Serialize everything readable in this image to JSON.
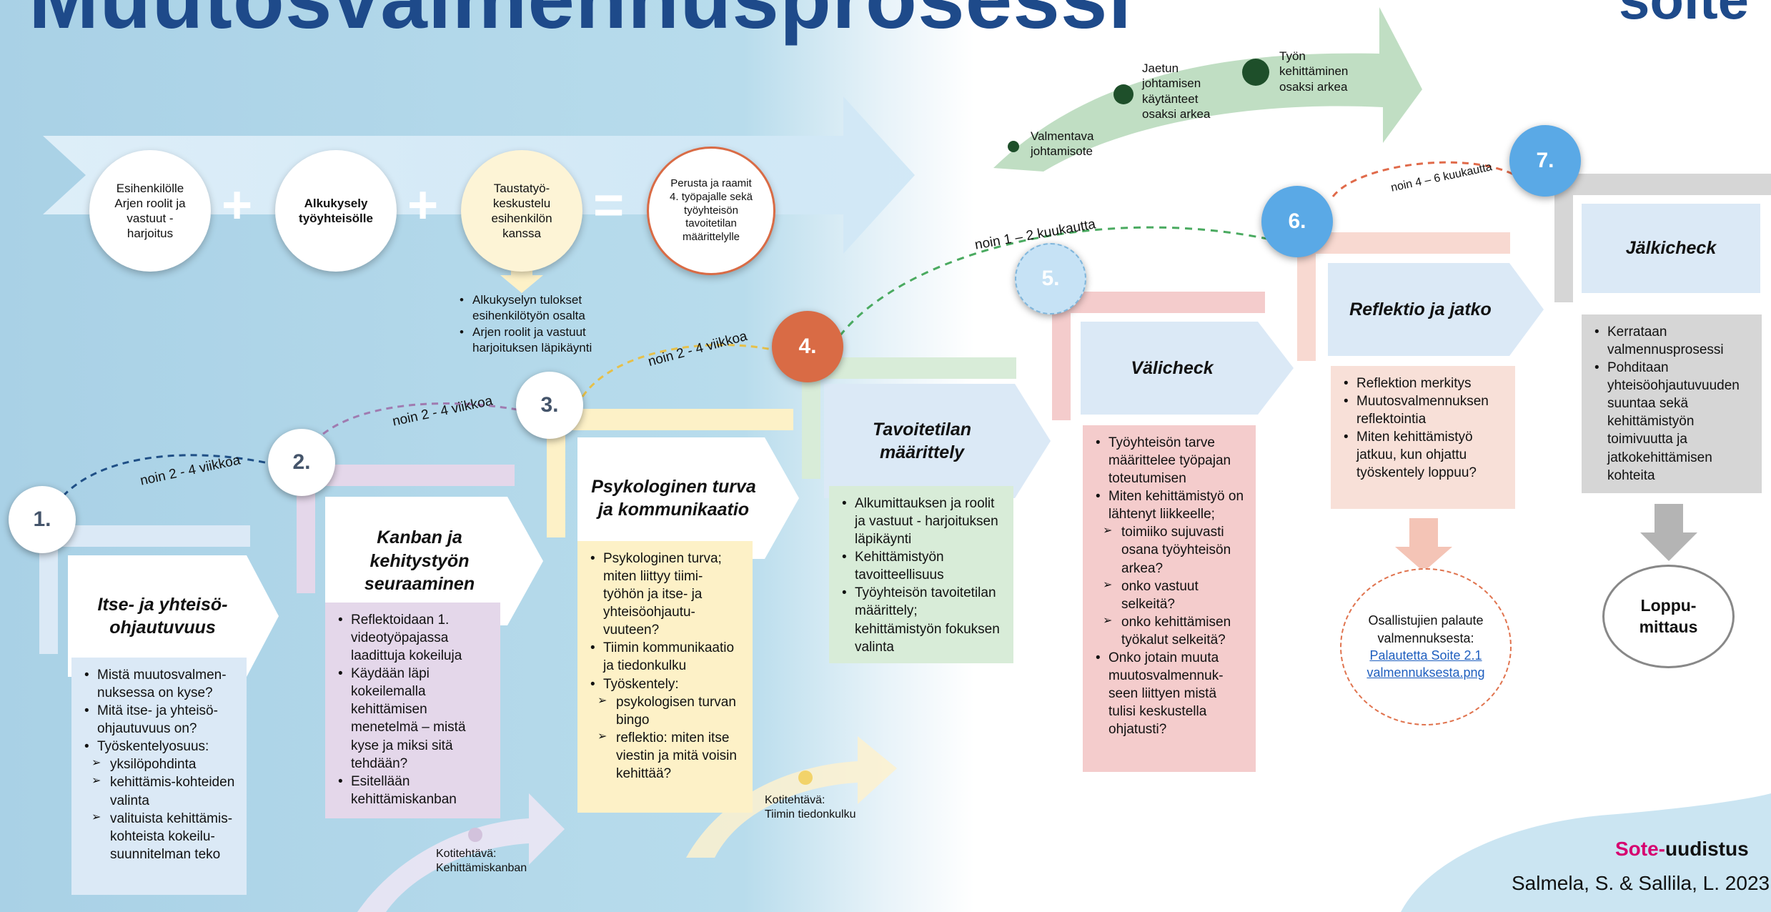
{
  "title": "Muutosvalmennusprosessi",
  "logo": "soite",
  "colors": {
    "blue_bg": "#b9dced",
    "green_arrow": "#b5d8b9",
    "pink_box": "#f4cccc",
    "yellow_box": "#fdf1c7",
    "purple_box": "#e4d7ea",
    "blue_box": "#dbe9f6",
    "green_box": "#d8ecd8",
    "grey_box": "#d6d6d6",
    "orange": "#d96b45",
    "accent_blue": "#5aa9e6",
    "sote_pink": "#d6006f"
  },
  "top_steps": {
    "esihenkilo": "Esihenkilölle Arjen roolit ja vastuut - harjoitus",
    "alkukysely": "Alkukysely työyhteisölle",
    "taustatyo": "Taustatyö-keskustelu esihenkilön kanssa",
    "perusta": "Perusta ja raamit 4. työpajalle sekä työyhteisön tavoitetilan määrittelylle",
    "taustatyo_notes": [
      "Alkukyselyn tulokset esihenkilötyön osalta",
      "Arjen roolit ja vastuut harjoituksen läpikäynti"
    ]
  },
  "green_arrow": {
    "items": [
      "Valmentava johtamisote",
      "Jaetun johtamisen käytänteet osaksi arkea",
      "Työn kehittäminen osaksi arkea"
    ]
  },
  "intervals": [
    "noin 2 - 4 viikkoa",
    "noin 2 - 4 viikkoa",
    "noin 2 - 4 viikkoa",
    "noin 1 – 2 kuukautta",
    "noin 4 – 6 kuukautta"
  ],
  "steps": [
    {
      "num": "1.",
      "title": "Itse- ja yhteisö-ohjautuvuus",
      "items": [
        {
          "t": "Mistä muutosvalmen-nuksessa on kyse?",
          "sub": false
        },
        {
          "t": "Mitä itse- ja yhteisö-ohjautuvuus on?",
          "sub": false
        },
        {
          "t": "Työskentelyosuus:",
          "sub": false
        },
        {
          "t": "yksilöpohdinta",
          "sub": true
        },
        {
          "t": "kehittämis-kohteiden  valinta",
          "sub": true
        },
        {
          "t": "valituista kehittämis-kohteista kokeilu-suunnitelman teko",
          "sub": true
        }
      ]
    },
    {
      "num": "2.",
      "title": "Kanban ja kehitystyön seuraaminen",
      "items": [
        {
          "t": "Reflektoidaan 1. videotyöpajassa laadittuja kokeiluja",
          "sub": false
        },
        {
          "t": "Käydään läpi kokeilemalla kehittämisen menetelmä – mistä kyse ja miksi sitä tehdään?",
          "sub": false
        },
        {
          "t": "Esitellään kehittämiskanban",
          "sub": false
        }
      ]
    },
    {
      "num": "3.",
      "title": "Psykologinen turva ja kommunikaatio",
      "items": [
        {
          "t": "Psykologinen turva; miten liittyy tiimi-työhön ja itse- ja yhteisöohjautu-vuuteen?",
          "sub": false
        },
        {
          "t": "Tiimin kommunikaatio ja tiedonkulku",
          "sub": false
        },
        {
          "t": " Työskentely:",
          "sub": false
        },
        {
          "t": "psykologisen turvan bingo",
          "sub": true
        },
        {
          "t": "reflektio: miten itse viestin ja mitä voisin kehittää?",
          "sub": true
        }
      ]
    },
    {
      "num": "4.",
      "title": "Tavoitetilan määrittely",
      "items": [
        {
          "t": "Alkumittauksen ja roolit ja vastuut - harjoituksen läpikäynti",
          "sub": false
        },
        {
          "t": "Kehittämistyön tavoitteellisuus",
          "sub": false
        },
        {
          "t": "Työyhteisön tavoitetilan määrittely; kehittämistyön fokuksen valinta",
          "sub": false
        }
      ]
    },
    {
      "num": "5.",
      "title": "Välicheck",
      "items": [
        {
          "t": "Työyhteisön tarve määrittelee työpajan toteutumisen",
          "sub": false
        },
        {
          "t": "Miten kehittämistyö on lähtenyt liikkeelle;",
          "sub": false
        },
        {
          "t": "toimiiko sujuvasti osana työyhteisön arkea?",
          "sub": true
        },
        {
          "t": "onko vastuut selkeitä?",
          "sub": true
        },
        {
          "t": "onko kehittämisen työkalut selkeitä?",
          "sub": true
        },
        {
          "t": "Onko jotain muuta muutosvalmennuk-seen liittyen mistä tulisi keskustella ohjatusti?",
          "sub": false
        }
      ]
    },
    {
      "num": "6.",
      "title": "Reflektio ja jatko",
      "items": [
        {
          "t": "Reflektion merkitys",
          "sub": false
        },
        {
          "t": "Muutosvalmennuksen reflektointia",
          "sub": false
        },
        {
          "t": "Miten kehittämistyö jatkuu, kun ohjattu työskentely loppuu?",
          "sub": false
        }
      ]
    },
    {
      "num": "7.",
      "title": "Jälkicheck",
      "items": [
        {
          "t": "Kerrataan valmennusprosessi",
          "sub": false
        },
        {
          "t": "Pohditaan yhteisöohjautuvuuden suuntaa sekä kehittämistyön toimivuutta ja jatkokehittämisen kohteita",
          "sub": false
        }
      ]
    }
  ],
  "homework": [
    {
      "label": "Kotitehtävä:",
      "text": "Kehittämiskanban"
    },
    {
      "label": "Kotitehtävä:",
      "text": "Tiimin tiedonkulku"
    }
  ],
  "feedback": {
    "text": "Osallistujien palaute valmennuksesta:",
    "link": "Palautetta Soite 2.1 valmennuksesta.png"
  },
  "loppumittaus": "Loppu-mittaus",
  "footer": {
    "brand1": "Sote-",
    "brand2": "uudistus",
    "credit": "Salmela, S. & Sallila, L. 2023"
  }
}
